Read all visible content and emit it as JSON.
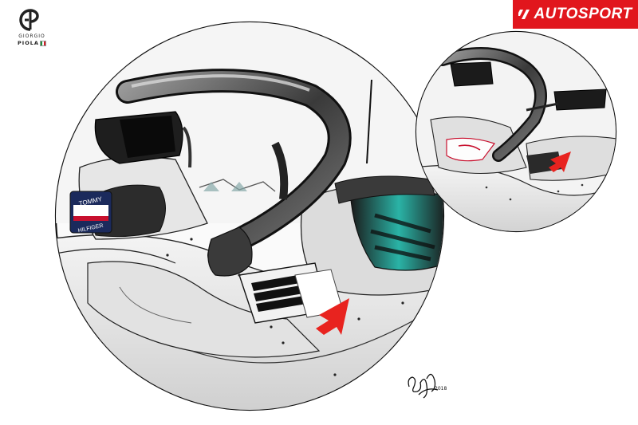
{
  "brand": {
    "piola_line1": "GIORGIO",
    "piola_line2": "PIOLA",
    "autosport_label": "AUTOSPORT",
    "autosport_color": "#e1161d"
  },
  "livery": {
    "sponsor_line1": "TOMMY",
    "sponsor_line2": "HILFIGER"
  },
  "signature": {
    "year": "2018"
  },
  "colors": {
    "arrow": "#e8231f",
    "teal": "#2ab3a6",
    "body_light": "#e8e8e8",
    "body_dark": "#2a2a2a"
  }
}
